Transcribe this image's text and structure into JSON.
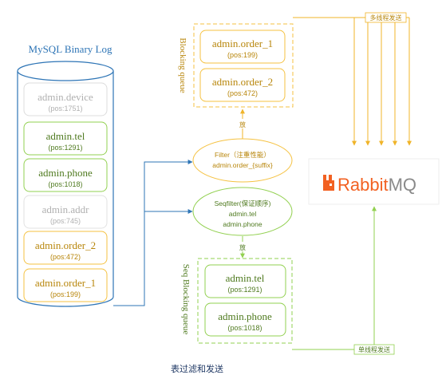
{
  "title": "MySQL Binary Log",
  "caption": "表过滤和发送",
  "log_entries": [
    {
      "name": "admin.device",
      "pos": "(pos:1751)",
      "status": "filtered"
    },
    {
      "name": "admin.tel",
      "pos": "(pos:1291)",
      "status": "seq"
    },
    {
      "name": "admin.phone",
      "pos": "(pos:1018)",
      "status": "seq"
    },
    {
      "name": "admin.addr",
      "pos": "(pos:745)",
      "status": "filtered"
    },
    {
      "name": "admin.order_2",
      "pos": "(pos:472)",
      "status": "parallel"
    },
    {
      "name": "admin.order_1",
      "pos": "(pos:199)",
      "status": "parallel"
    }
  ],
  "blocking_queue": {
    "label": "Blocking queue",
    "items": [
      {
        "name": "admin.order_1",
        "pos": "(pos:199)"
      },
      {
        "name": "admin.order_2",
        "pos": "(pos:472)"
      }
    ]
  },
  "seq_blocking_queue": {
    "label": "Seq Blocking queue",
    "items": [
      {
        "name": "admin.tel",
        "pos": "(pos:1291)"
      },
      {
        "name": "admin.phone",
        "pos": "(pos:1018)"
      }
    ]
  },
  "filter": {
    "line1": "Filter（注重性能）",
    "line2": "admin.order_{suffix}"
  },
  "seqfilter": {
    "line1": "Seqfilter(保证顺序)",
    "line2": "admin.tel",
    "line3": "admin.phone"
  },
  "enqueue_label": "放",
  "multi_thread_label": "多线程发送",
  "single_thread_label": "单线程发送",
  "rabbitmq": {
    "brand": "Rabbit",
    "brand_suffix": "MQ"
  },
  "colors": {
    "blue": "#2e75b6",
    "green": "#92d050",
    "gold": "#f5c242",
    "gray": "#cfcfcf",
    "rabbit_orange": "#f26122"
  }
}
